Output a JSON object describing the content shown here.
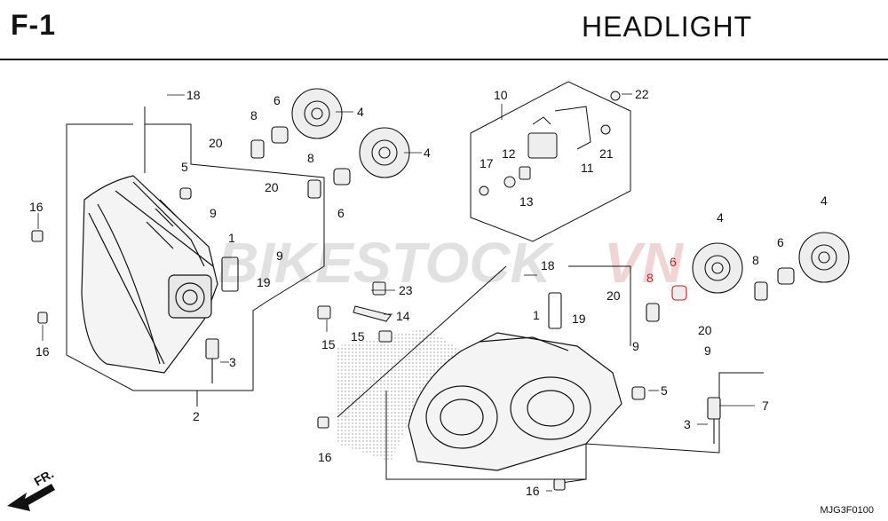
{
  "header": {
    "code": "F-1",
    "title": "HEADLIGHT"
  },
  "watermark": {
    "main": "BIKESTOCK",
    "suffix": "VN"
  },
  "footer": {
    "ref_code": "MJG3F0100",
    "front_label": "FR."
  },
  "callouts": {
    "c18a": "18",
    "c8a": "8",
    "c6a": "6",
    "c4a": "4",
    "c4b": "4",
    "c20a": "20",
    "c5a": "5",
    "c9a": "9",
    "c20b": "20",
    "c8b": "8",
    "c6b": "6",
    "c16a": "16",
    "c1a": "1",
    "c9b": "9",
    "c19a": "19",
    "c16b": "16",
    "c3a": "3",
    "c2": "2",
    "c23": "23",
    "c14": "14",
    "c15a": "15",
    "c15b": "15",
    "c10": "10",
    "c22": "22",
    "c17": "17",
    "c12": "12",
    "c13": "13",
    "c11": "11",
    "c21": "21",
    "c18b": "18",
    "c1b": "1",
    "c19b": "19",
    "c20c": "20",
    "c9c": "9",
    "c20d": "20",
    "c9d": "9",
    "c8c": "8",
    "c6c": "6",
    "c8d": "8",
    "c6d": "6",
    "c4c": "4",
    "c4d": "4",
    "c5b": "5",
    "c7": "7",
    "c3b": "3",
    "c16c": "16",
    "c16d": "16"
  },
  "colors": {
    "ink": "#111111",
    "highlight": "#d11a1a",
    "watermark": "#c9c9c9"
  }
}
